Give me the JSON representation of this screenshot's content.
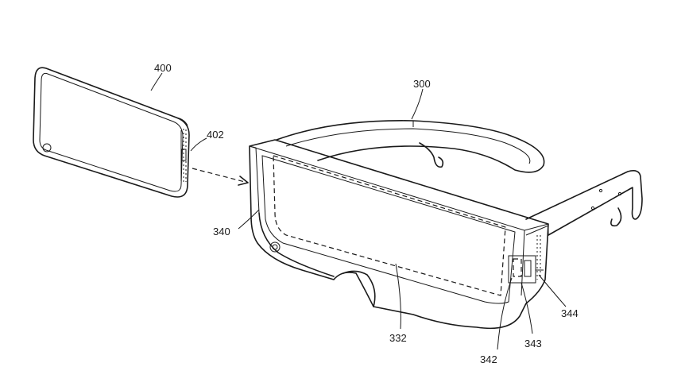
{
  "figure": {
    "labels": {
      "device": "400",
      "device_port": "402",
      "headset": "300",
      "housing": "340",
      "display_region": "332",
      "connector_a": "342",
      "connector_b": "343",
      "connector_c": "344"
    }
  }
}
